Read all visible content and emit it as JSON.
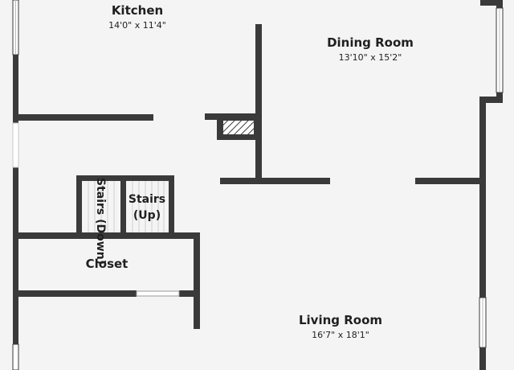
{
  "rooms": {
    "kitchen": {
      "name": "Kitchen",
      "dims": "14'0\" x 11'4\""
    },
    "dining": {
      "name": "Dining Room",
      "dims": "13'10\" x 15'2\""
    },
    "living": {
      "name": "Living Room",
      "dims": "16'7\" x 18'1\""
    },
    "closet": {
      "name": "Closet"
    },
    "stairs_down": {
      "line1": "Stairs",
      "line2": "(Down)"
    },
    "stairs_up": {
      "line1": "Stairs",
      "line2": "(Up)"
    }
  },
  "colors": {
    "floor": "#f4f4f4",
    "wall": "#3a3a3a",
    "window": "#ffffff",
    "text": "#1f1f1f"
  }
}
